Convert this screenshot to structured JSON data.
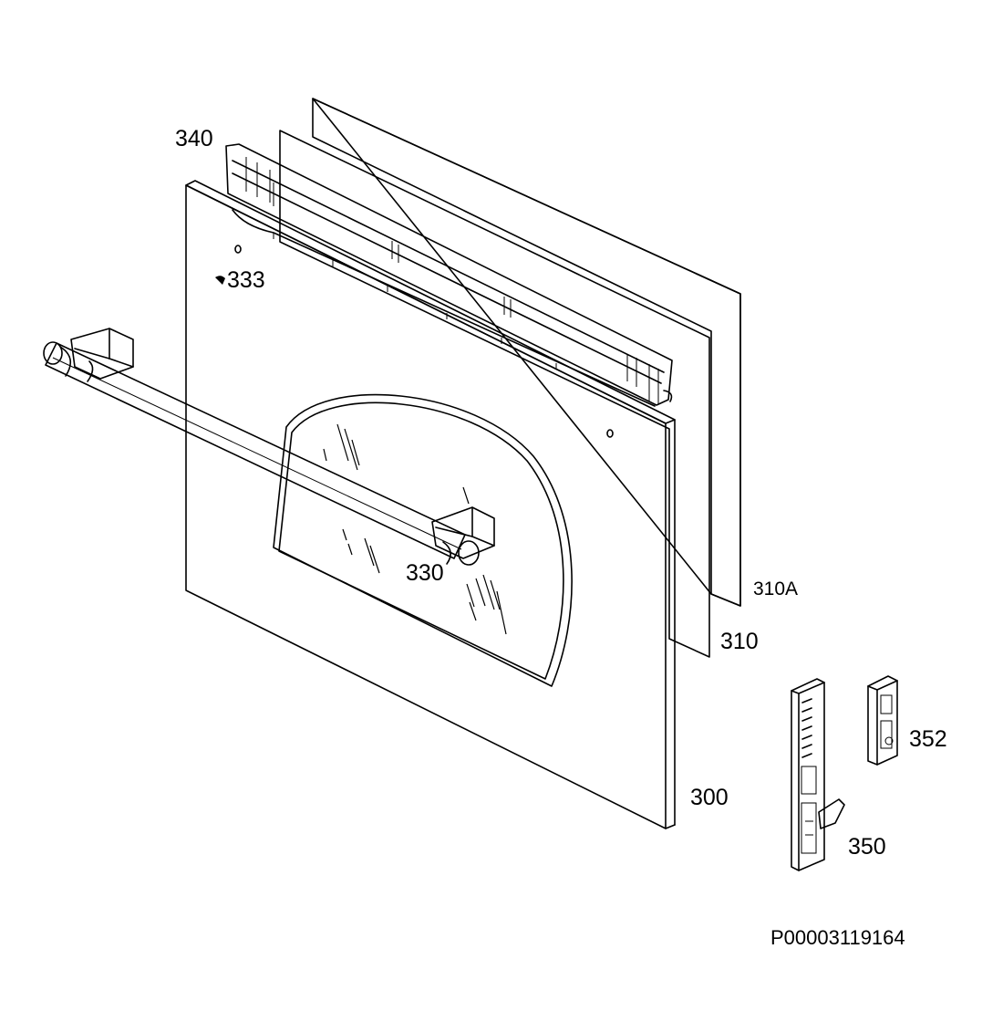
{
  "diagram": {
    "part_labels": {
      "p340": "340",
      "p333": "333",
      "p330": "330",
      "p310A": "310A",
      "p310": "310",
      "p300": "300",
      "p352": "352",
      "p350": "350"
    },
    "drawing_code": "P00003119164"
  },
  "colors": {
    "line": "#000000",
    "background": "#ffffff"
  }
}
